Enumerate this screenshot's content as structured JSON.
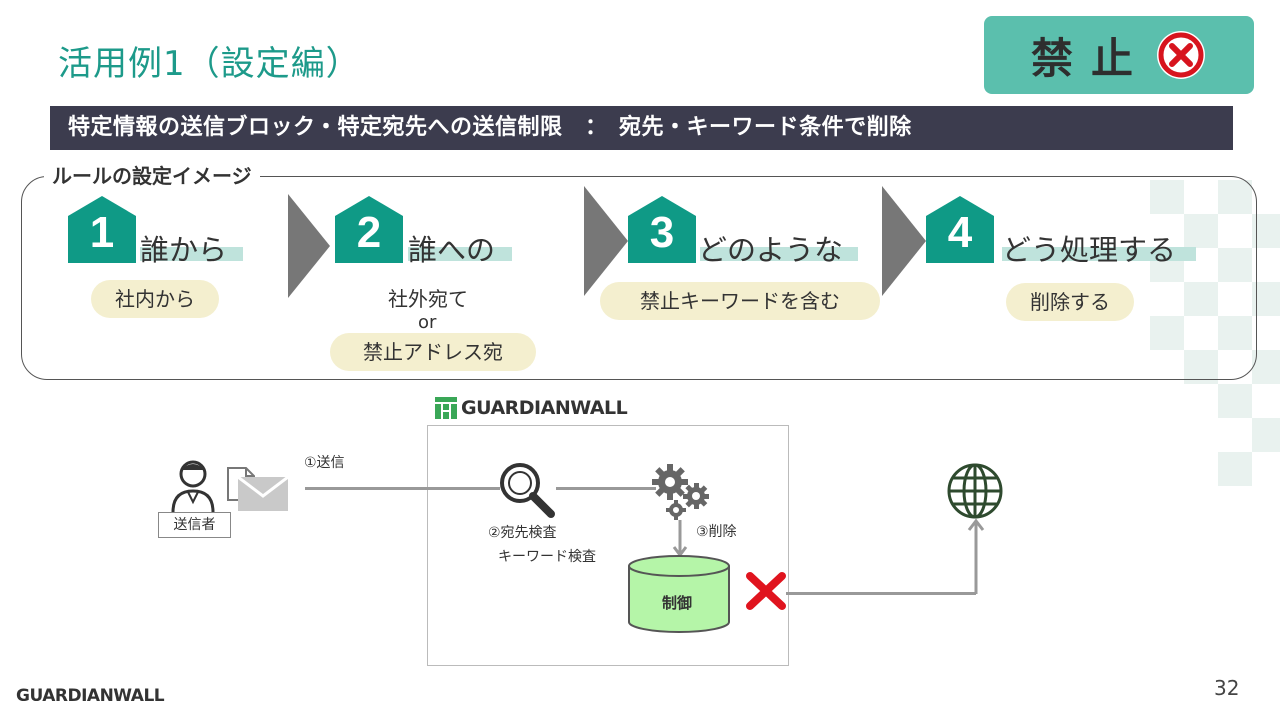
{
  "slide": {
    "title": "活用例1（設定編）",
    "ban_badge": {
      "text": "禁止",
      "icon": "close-circle-icon",
      "color": "#5bbfad"
    },
    "subtitle": "特定情報の送信ブロック・特定宛先への送信制限　：　宛先・キーワード条件で削除",
    "rule_label": "ルールの設定イメージ",
    "steps": [
      {
        "number": "1",
        "title": "誰から",
        "options": [
          "社内から"
        ]
      },
      {
        "number": "2",
        "title": "誰への",
        "options": [
          "社外宛て",
          "禁止アドレス宛"
        ],
        "separator": "or"
      },
      {
        "number": "3",
        "title": "どのような",
        "options": [
          "禁止キーワードを含む"
        ]
      },
      {
        "number": "4",
        "title": "どう処理する",
        "options": [
          "削除する"
        ]
      }
    ],
    "diagram": {
      "product_logo": "GUARDIANWALL",
      "sender_label": "送信者",
      "step_send": "①送信",
      "step_check_1": "②宛先検査",
      "step_check_2": "キーワード検査",
      "step_delete": "③削除",
      "control_label": "制御",
      "icons": [
        "person-icon",
        "document-icon",
        "envelope-icon",
        "magnifier-icon",
        "gears-icon",
        "database-icon",
        "block-x-icon",
        "globe-icon"
      ]
    },
    "footer_logo": "GUARDIANWALL",
    "page_number": "32",
    "colors": {
      "accent": "#1d9a8a",
      "teal_dark": "#0f9a86",
      "bar": "#3c3c4e",
      "pill": "#f4efcf",
      "highlight": "#bfe3dc",
      "control_fill": "#b5f5a8",
      "block_red": "#e0141e"
    }
  }
}
